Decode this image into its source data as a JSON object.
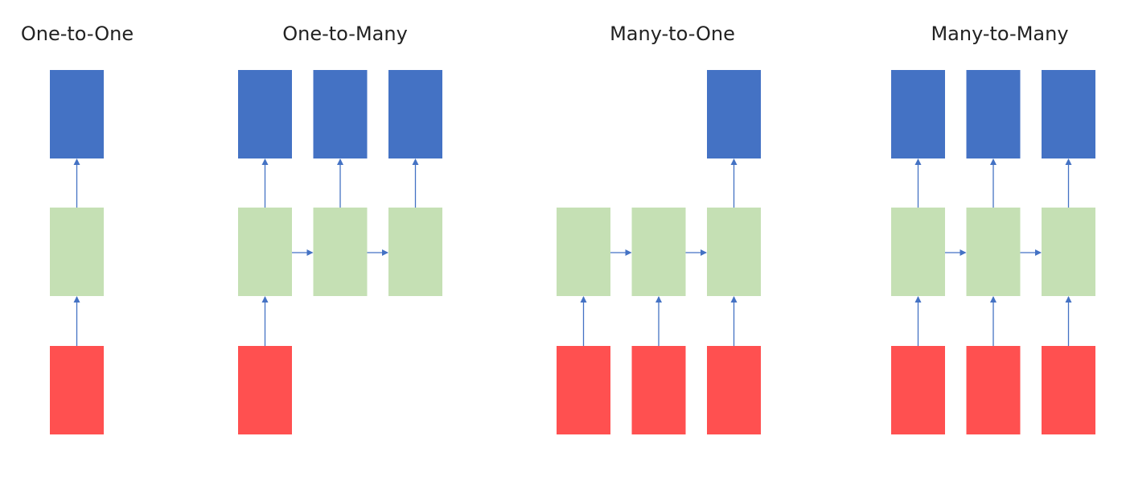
{
  "colors": {
    "output": "#4472C4",
    "hidden": "#C5E0B4",
    "input": "#FF5050",
    "arrow": "#4472C4",
    "title": "#222222"
  },
  "panels": [
    {
      "title": "One-to-One",
      "columns": 1,
      "outputs": [
        0
      ],
      "hidden": [
        0
      ],
      "inputs": [
        0
      ]
    },
    {
      "title": "One-to-Many",
      "columns": 3,
      "outputs": [
        0,
        1,
        2
      ],
      "hidden": [
        0,
        1,
        2
      ],
      "inputs": [
        0
      ]
    },
    {
      "title": "Many-to-One",
      "columns": 3,
      "outputs": [
        2
      ],
      "hidden": [
        0,
        1,
        2
      ],
      "inputs": [
        0,
        1,
        2
      ]
    },
    {
      "title": "Many-to-Many",
      "columns": 3,
      "outputs": [
        0,
        1,
        2
      ],
      "hidden": [
        0,
        1,
        2
      ],
      "inputs": [
        0,
        1,
        2
      ]
    }
  ]
}
